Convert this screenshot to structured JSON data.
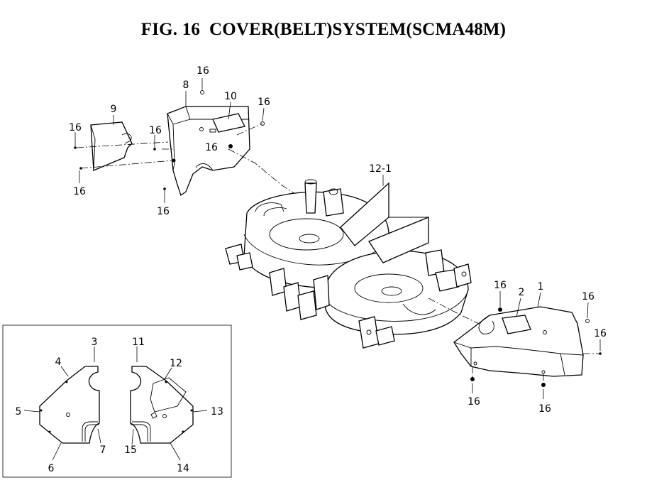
{
  "figure": {
    "title": "FIG. 16  COVER(BELT)SYSTEM(SCMA48M)"
  },
  "callouts": {
    "rear_cover": {
      "part_8": "8",
      "part_9": "9",
      "part_10": "10",
      "bolt_top": "16",
      "bolt_right": "16",
      "bolt_mid": "16",
      "bolt_center": "16",
      "bolt_left_top": "16",
      "bolt_left_bottom": "16",
      "bolt_bottom": "16"
    },
    "deck": {
      "part_12_1": "12-1"
    },
    "front_cover": {
      "part_1": "1",
      "part_2": "2",
      "bolt_left": "16",
      "bolt_right": "16",
      "bolt_far_right": "16",
      "bolt_bottom_left": "16",
      "bolt_bottom_right": "16"
    },
    "inset": {
      "part_3": "3",
      "part_4": "4",
      "part_5": "5",
      "part_6": "6",
      "part_7": "7",
      "part_11": "11",
      "part_12": "12",
      "part_13": "13",
      "part_14": "14",
      "part_15": "15"
    }
  }
}
